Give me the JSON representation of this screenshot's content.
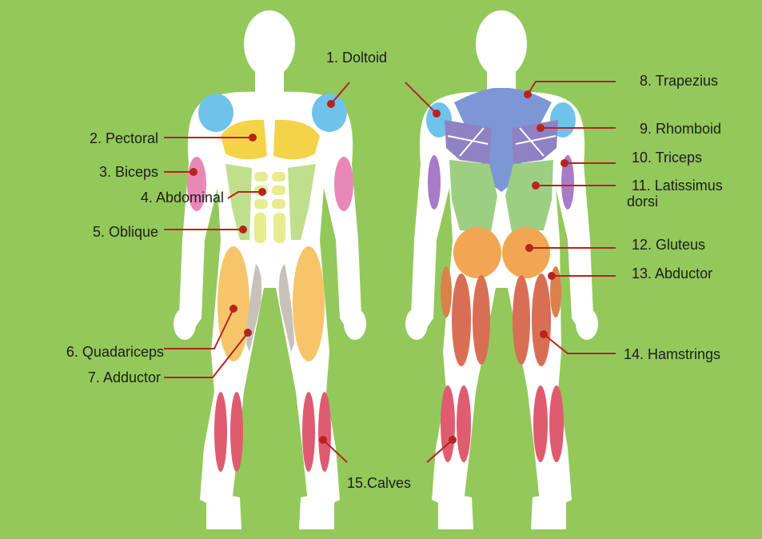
{
  "colors": {
    "background": "#93c85b",
    "body": "#ffffff",
    "leader_line": "#b8231e",
    "marker_dot": "#b8231e",
    "deltoid": "#6fc3ea",
    "pectoral": "#f5d348",
    "biceps": "#e888b6",
    "abdominal": "#e7ec8e",
    "oblique": "#bfdf8c",
    "quadriceps": "#f6c56a",
    "adductor": "#c7c1b9",
    "calves": "#df5c70",
    "trapezius": "#7d97d6",
    "rhomboid": "#8f82c4",
    "triceps": "#a77bc6",
    "latissimus": "#9ccf82",
    "gluteus": "#f2a653",
    "abductor": "#d9824a",
    "hamstrings": "#d86f55"
  },
  "labels": {
    "deltoid": "1. Doltoid",
    "pectoral": "2. Pectoral",
    "biceps": "3. Biceps",
    "abdominal": "4. Abdominal",
    "oblique": "5. Oblique",
    "quadriceps": "6. Quadariceps",
    "adductor": "7. Adductor",
    "trapezius": "8. Trapezius",
    "rhomboid": "9. Rhomboid",
    "triceps": "10. Triceps",
    "latissimus_line1": "11. Latissimus",
    "latissimus_line2": "dorsi",
    "gluteus": "12. Gluteus",
    "abductor": "13. Abductor",
    "hamstrings": "14. Hamstrings",
    "calves": "15.Calves"
  }
}
